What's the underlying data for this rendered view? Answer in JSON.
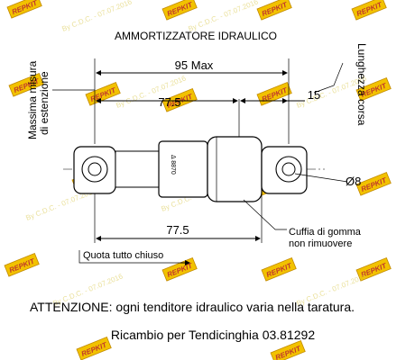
{
  "watermark": {
    "brand": "REPKIT",
    "text": "By C.D.C. - 07.07.2016"
  },
  "diagram": {
    "title": "AMMORTIZZATORE IDRAULICO",
    "label_max_ext_line1": "Massima misura",
    "label_max_ext_line2": "di estenzione",
    "label_stroke": "Lunghezza corsa",
    "dim_total": "95 Max",
    "dim_top": "77.5",
    "dim_stroke": "15",
    "dim_bottom": "77.5",
    "dim_diameter": "Ø8",
    "label_boot_line1": "Cuffia di gomma",
    "label_boot_line2": "non rimuovere",
    "label_closed": "Quota tutto chiuso",
    "body_text": "Δ 8870"
  },
  "notes": {
    "warning": "ATTENZIONE: ogni tenditore idraulico varia nella taratura.",
    "spare_part": "Ricambio per Tendicinghia 03.81292"
  }
}
